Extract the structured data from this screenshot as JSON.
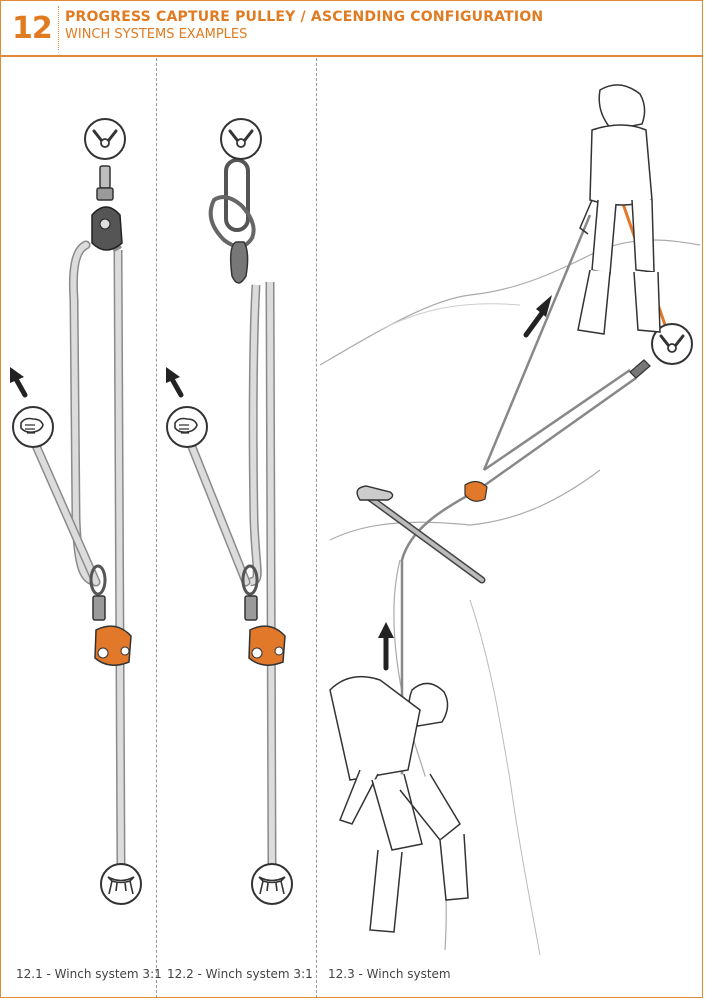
{
  "header": {
    "section_number": "12",
    "title": "PROGRESS CAPTURE PULLEY / ASCENDING CONFIGURATION",
    "subtitle": "WINCH SYSTEMS EXAMPLES"
  },
  "panels": [
    {
      "caption": "12.1 - Winch system 3:1"
    },
    {
      "caption": "12.2 - Winch system 3:1"
    },
    {
      "caption": "12.3 - Winch system"
    }
  ],
  "colors": {
    "accent": "#e07b22",
    "rope": "#d9d9d9",
    "rope_outline": "#8a8a8a",
    "device": "#e2782a",
    "metal": "#bdbdbd"
  },
  "icons": [
    "anchor-icon",
    "hand-grip-icon",
    "harness-icon",
    "pull-arrow-icon"
  ]
}
